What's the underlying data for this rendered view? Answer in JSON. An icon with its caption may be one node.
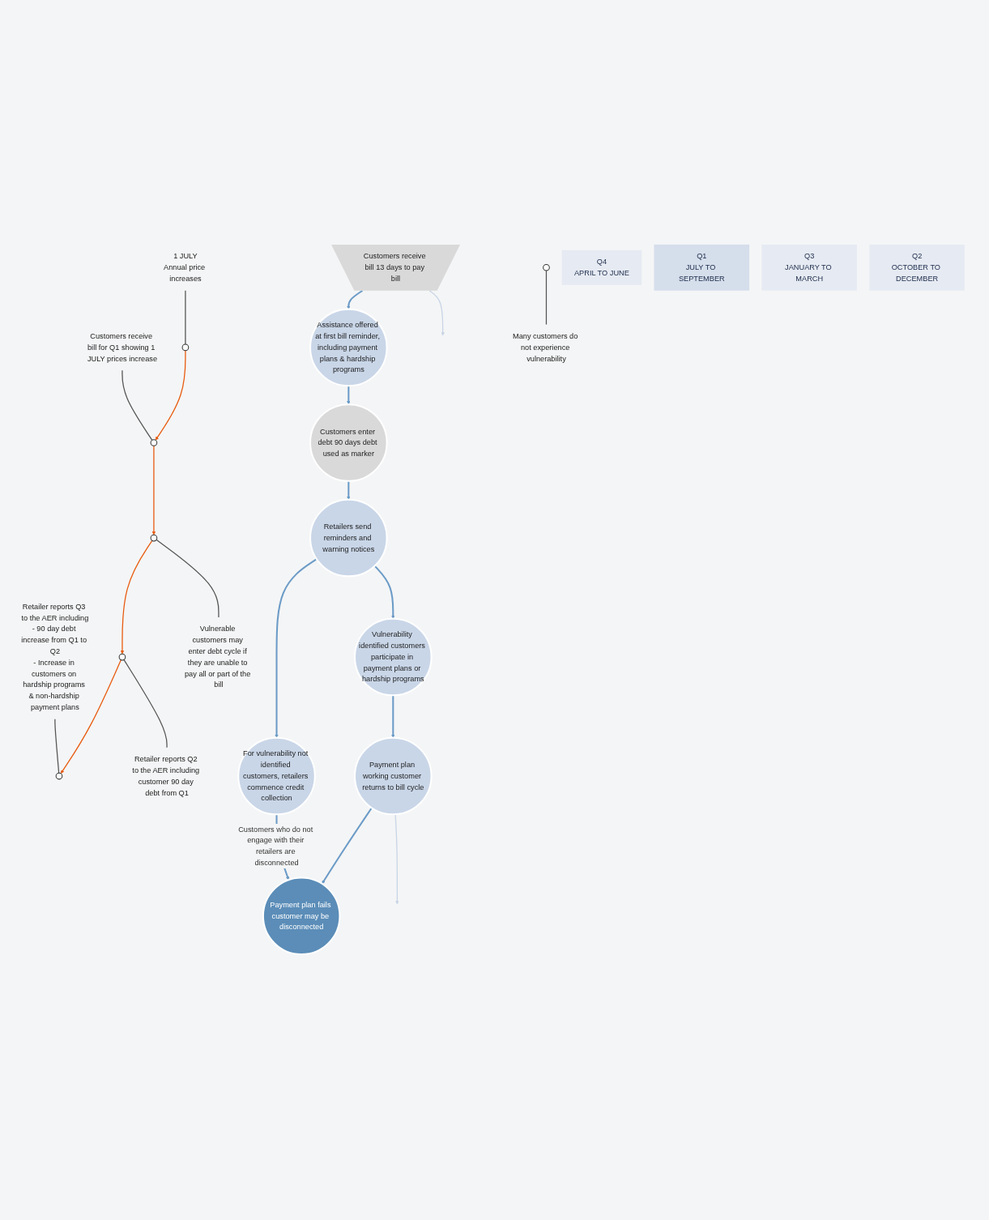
{
  "diagram": {
    "nodes": [
      {
        "text": [
          "Retailer reports Q3 to the AER including",
          "- 90 day debt increase from Q1 to Q2",
          "- Increase in customers on hardship programs & non-hardship payment plans"
        ]
      },
      {
        "text": [
          "1 JULY",
          "Annual price increases"
        ]
      },
      {
        "text": [
          "Customers receive bill for Q1 showing 1 JULY prices increase"
        ]
      },
      {
        "text": [],
        "shape": "circle"
      },
      {
        "text": [],
        "shape": "circle"
      },
      {
        "text": [
          "Payment plan working customer returns to bill cycle"
        ]
      },
      {
        "text": [
          "Payment plan fails customer may be disconnected"
        ]
      },
      {
        "text": [
          "Q4",
          "APRIL TO JUNE"
        ]
      },
      {
        "text": [
          "Q1",
          "JULY TO SEPTEMBER"
        ]
      },
      {
        "text": [],
        "shape": "circle"
      },
      {
        "text": [
          "Vulnerability identified customers participate in payment plans or hardship programs"
        ]
      },
      {
        "text": [
          "Q3",
          "JANUARY TO MARCH"
        ]
      },
      {
        "text": [
          "Q2",
          "OCTOBER TO DECEMBER"
        ]
      },
      {
        "text": [
          "Customers receive bill 13 days to pay bill"
        ]
      },
      {
        "text": [],
        "shape": "circle"
      },
      {
        "text": [
          "For vulnerability not identified customers, retailers commence credit collection"
        ]
      },
      {
        "text": [
          "Assistance offered at first bill reminder, including payment plans & hardship programs"
        ]
      },
      {
        "text": [
          "Retailers send reminders and warning notices"
        ]
      },
      {
        "text": [
          "Customers enter debt 90 days debt used as marker"
        ]
      },
      {
        "text": [],
        "shape": "circle"
      },
      {
        "text": [],
        "shape": "circle"
      },
      {
        "text": [
          "Retailer reports Q2 to the AER including customer 90 day debt from Q1"
        ]
      },
      {
        "text": [
          "Vulnerable customers may enter debt cycle if they are unable to pay all or part of the bill"
        ]
      },
      {
        "text": [
          "Many customers do not experience vulnerability"
        ]
      }
    ],
    "edges": [
      {
        "from": 0,
        "to": 3,
        "arrow": "none",
        "color": "#555555"
      },
      {
        "from": 1,
        "to": 4,
        "arrow": "none",
        "color": "#555555"
      },
      {
        "from": 2,
        "to": 9,
        "arrow": "none",
        "color": "#555555"
      },
      {
        "from": 4,
        "to": 9,
        "arrow": "to",
        "color": "#e8590c"
      },
      {
        "from": 9,
        "to": 19,
        "arrow": "to",
        "color": "#e8590c"
      },
      {
        "from": 19,
        "to": 14,
        "arrow": "to",
        "color": "#e8590c"
      },
      {
        "from": 14,
        "to": 3,
        "arrow": "to",
        "color": "#e8590c"
      },
      {
        "from": 5,
        "to": 6,
        "arrow": "to"
      },
      {
        "from": 5,
        "to": null,
        "arrow": "to",
        "color": "#c8d4e6"
      },
      {
        "from": 15,
        "to": 6,
        "arrow": "to",
        "label": "Customers who do not engage with their retailers are disconnected"
      },
      {
        "from": 13,
        "to": 16,
        "arrow": "to"
      },
      {
        "from": 13,
        "to": null,
        "arrow": "to",
        "color": "#c8d4e6"
      },
      {
        "from": 16,
        "to": 18,
        "arrow": "to"
      },
      {
        "from": 18,
        "to": 17,
        "arrow": "to"
      },
      {
        "from": 17,
        "to": 15,
        "arrow": "to"
      },
      {
        "from": 17,
        "to": 10,
        "arrow": "to"
      },
      {
        "from": 10,
        "to": 5,
        "arrow": "to"
      },
      {
        "from": 14,
        "to": 21,
        "arrow": "none",
        "color": "#555555"
      },
      {
        "from": 19,
        "to": 22,
        "arrow": "none",
        "color": "#555555"
      },
      {
        "from": 20,
        "to": 23,
        "arrow": "none",
        "color": "#555555"
      }
    ]
  }
}
